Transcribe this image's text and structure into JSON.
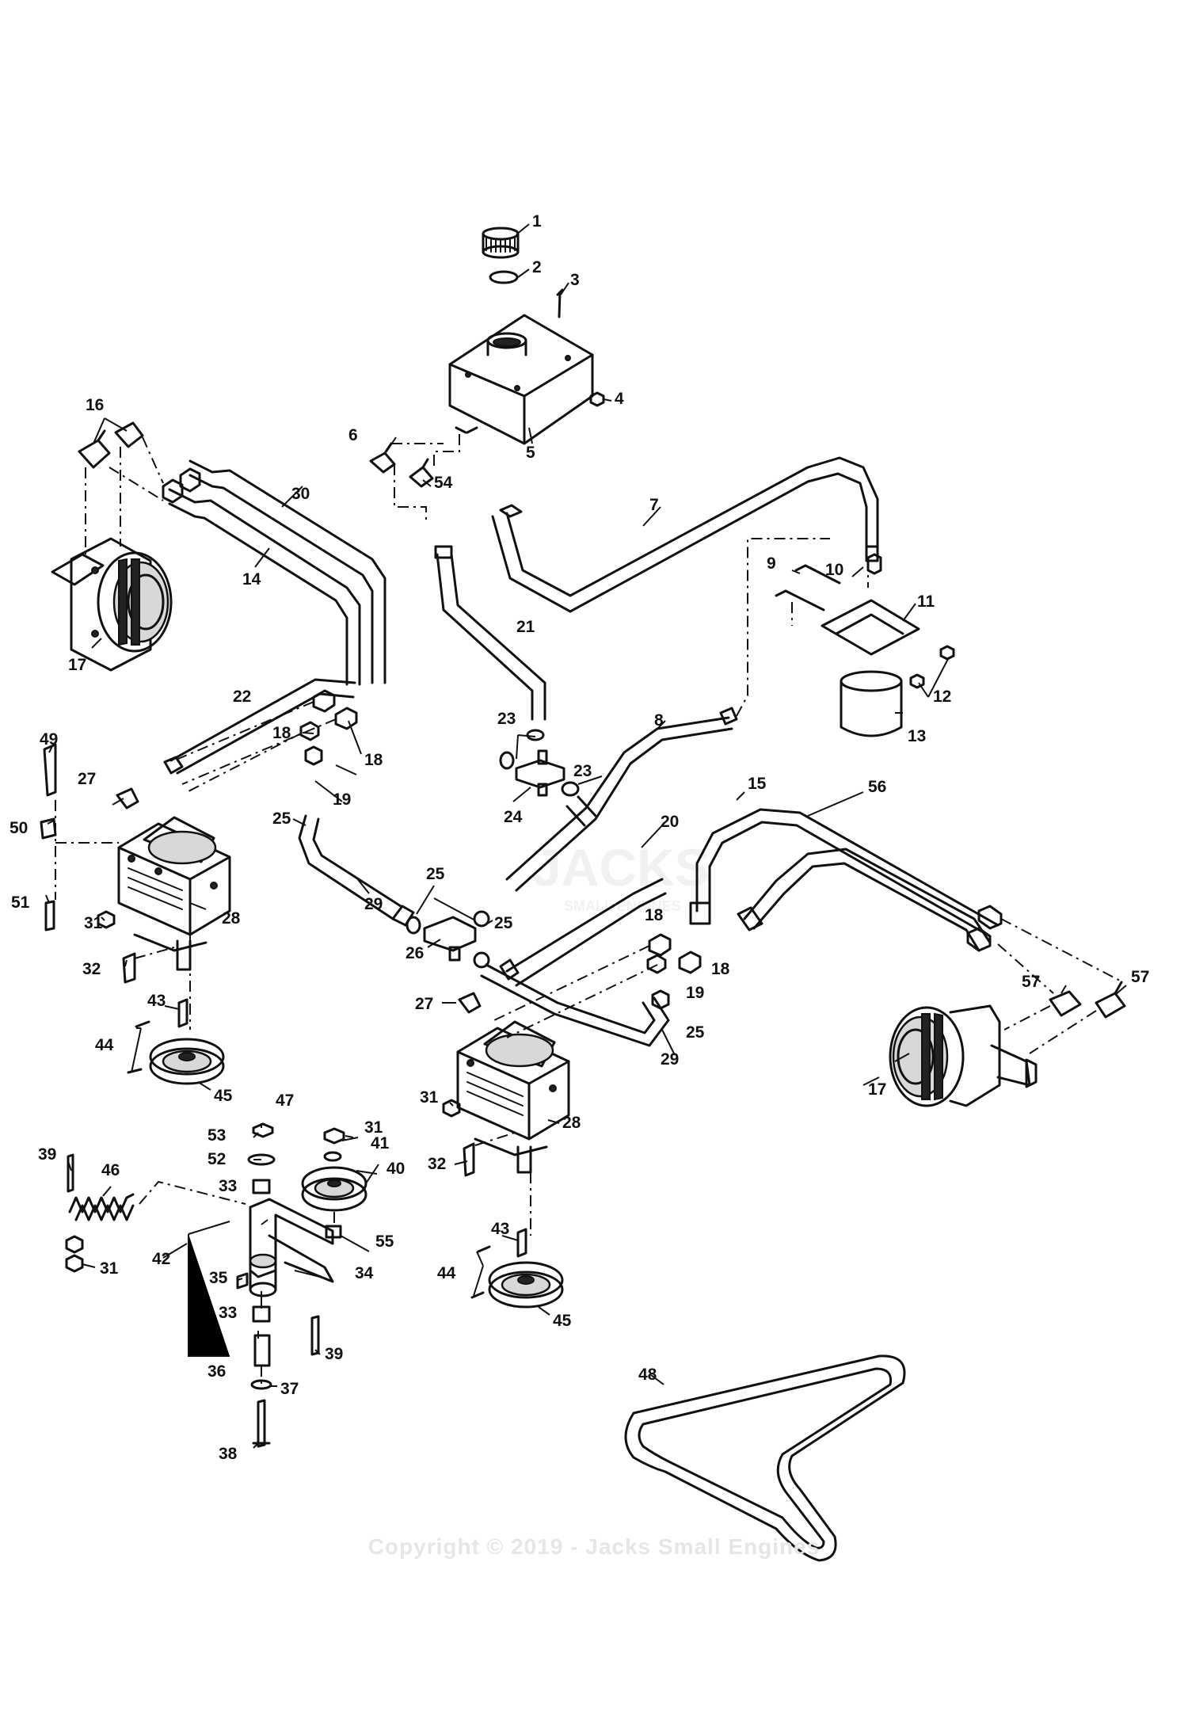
{
  "callouts": [
    {
      "n": "1"
    },
    {
      "n": "2"
    },
    {
      "n": "3"
    },
    {
      "n": "4"
    },
    {
      "n": "5"
    },
    {
      "n": "6"
    },
    {
      "n": "54"
    },
    {
      "n": "7"
    },
    {
      "n": "8"
    },
    {
      "n": "9"
    },
    {
      "n": "10"
    },
    {
      "n": "11"
    },
    {
      "n": "12"
    },
    {
      "n": "13"
    },
    {
      "n": "14"
    },
    {
      "n": "15"
    },
    {
      "n": "16"
    },
    {
      "n": "17"
    },
    {
      "n": "17"
    },
    {
      "n": "18"
    },
    {
      "n": "18"
    },
    {
      "n": "18"
    },
    {
      "n": "18"
    },
    {
      "n": "19"
    },
    {
      "n": "19"
    },
    {
      "n": "20"
    },
    {
      "n": "21"
    },
    {
      "n": "22"
    },
    {
      "n": "23"
    },
    {
      "n": "23"
    },
    {
      "n": "24"
    },
    {
      "n": "25"
    },
    {
      "n": "25"
    },
    {
      "n": "25"
    },
    {
      "n": "25"
    },
    {
      "n": "26"
    },
    {
      "n": "27"
    },
    {
      "n": "27"
    },
    {
      "n": "28"
    },
    {
      "n": "28"
    },
    {
      "n": "29"
    },
    {
      "n": "29"
    },
    {
      "n": "30"
    },
    {
      "n": "31"
    },
    {
      "n": "31"
    },
    {
      "n": "31"
    },
    {
      "n": "31"
    },
    {
      "n": "32"
    },
    {
      "n": "32"
    },
    {
      "n": "33"
    },
    {
      "n": "33"
    },
    {
      "n": "34"
    },
    {
      "n": "35"
    },
    {
      "n": "36"
    },
    {
      "n": "37"
    },
    {
      "n": "38"
    },
    {
      "n": "39"
    },
    {
      "n": "39"
    },
    {
      "n": "40"
    },
    {
      "n": "41"
    },
    {
      "n": "42"
    },
    {
      "n": "43"
    },
    {
      "n": "43"
    },
    {
      "n": "44"
    },
    {
      "n": "44"
    },
    {
      "n": "45"
    },
    {
      "n": "45"
    },
    {
      "n": "46"
    },
    {
      "n": "47"
    },
    {
      "n": "48"
    },
    {
      "n": "49"
    },
    {
      "n": "50"
    },
    {
      "n": "51"
    },
    {
      "n": "52"
    },
    {
      "n": "53"
    },
    {
      "n": "55"
    },
    {
      "n": "56"
    },
    {
      "n": "57"
    },
    {
      "n": "57"
    }
  ],
  "watermark": {
    "logo": "JACKS",
    "tagline": "SMALL ENGINES"
  },
  "copyright": "Copyright © 2019 - Jacks Small Engines"
}
